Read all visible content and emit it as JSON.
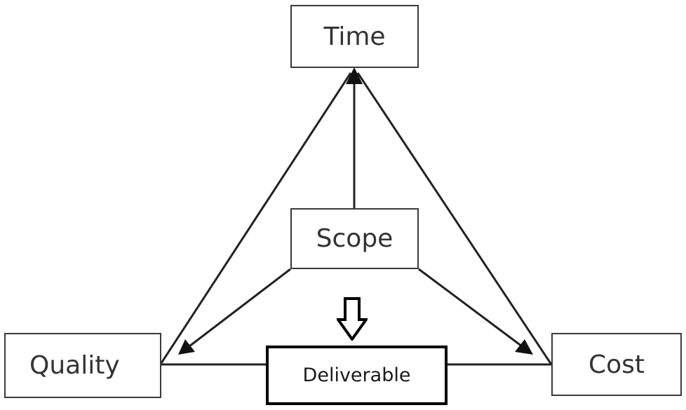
{
  "diagram": {
    "nodes": {
      "time": "Time",
      "scope": "Scope",
      "quality": "Quality",
      "cost": "Cost",
      "deliverable": "Deliverable"
    },
    "edges": [
      {
        "from": "scope",
        "to": "time",
        "arrow": "end"
      },
      {
        "from": "quality",
        "to": "time",
        "arrow": "end"
      },
      {
        "from": "time",
        "to": "cost",
        "arrow": "none"
      },
      {
        "from": "scope",
        "to": "quality",
        "arrow": "end"
      },
      {
        "from": "scope",
        "to": "cost",
        "arrow": "end"
      },
      {
        "from": "quality",
        "to": "cost",
        "arrow": "none"
      }
    ],
    "indicator": {
      "type": "hollow-down-arrow",
      "points_to": "deliverable"
    },
    "colors": {
      "line": "#222222",
      "box_border": "#3a3a3a",
      "deliverable_border": "#000000",
      "text": "#333333",
      "background": "#ffffff"
    }
  }
}
